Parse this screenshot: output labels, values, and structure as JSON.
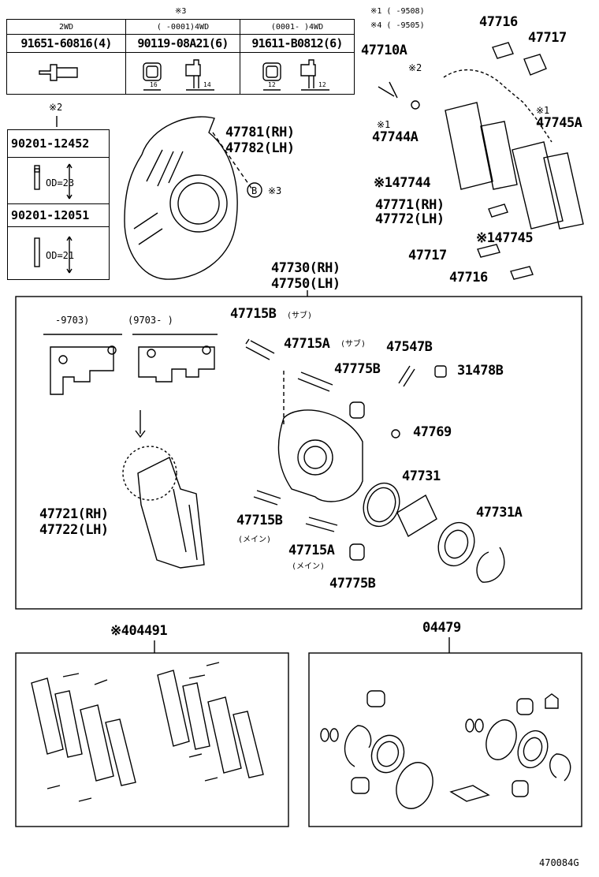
{
  "bolt_table": {
    "note": "※3",
    "headers": [
      "2WD",
      "(      -0001)4WD",
      "(0001-     )4WD"
    ],
    "parts": [
      "91651-60816(4)",
      "90119-08A21(6)",
      "91611-B0812(6)"
    ],
    "dims": [
      "16",
      "14",
      "12",
      "12"
    ]
  },
  "washers": {
    "note": "※2",
    "items": [
      {
        "part": "90201-12452",
        "od": "OD=23"
      },
      {
        "part": "90201-12051",
        "od": "OD=21"
      }
    ]
  },
  "notes": {
    "n1": "※1 (      -9508)",
    "n4": "※4 (      -9505)"
  },
  "labels": {
    "p47716_top": "47716",
    "p47717_top": "47717",
    "p47710A": "47710A",
    "note2": "※2",
    "note1_a": "※1",
    "p47745A": "47745A",
    "note1_b": "※1",
    "p47744A": "47744A",
    "p47781": "47781(RH)",
    "p47782": "47782(LH)",
    "b_circle": "B",
    "note3": "※3",
    "p47744": "※147744",
    "p47771": "47771(RH)",
    "p47772": "47772(LH)",
    "p47745": "※147745",
    "p47717_bot": "47717",
    "p47716_bot": "47716",
    "p47730": "47730(RH)",
    "p47750": "47750(LH)",
    "date_a": "-9703)",
    "date_b": "(9703-  )",
    "p47715B_sub": "47715B",
    "sub_kana_1": "(サブ)",
    "p47715A_sub": "47715A",
    "sub_kana_2": "(サブ)",
    "p47547B": "47547B",
    "p47775B_top": "47775B",
    "p31478B": "31478B",
    "p47769": "47769",
    "p47731": "47731",
    "p47721": "47721(RH)",
    "p47722": "47722(LH)",
    "p47715B_main": "47715B",
    "main_kana_1": "(メイン)",
    "p47731A": "47731A",
    "p47715A_main": "47715A",
    "main_kana_2": "(メイン)",
    "p47775B_bot": "47775B",
    "p04491": "※404491",
    "p04479": "04479",
    "figure_code": "470084G"
  }
}
